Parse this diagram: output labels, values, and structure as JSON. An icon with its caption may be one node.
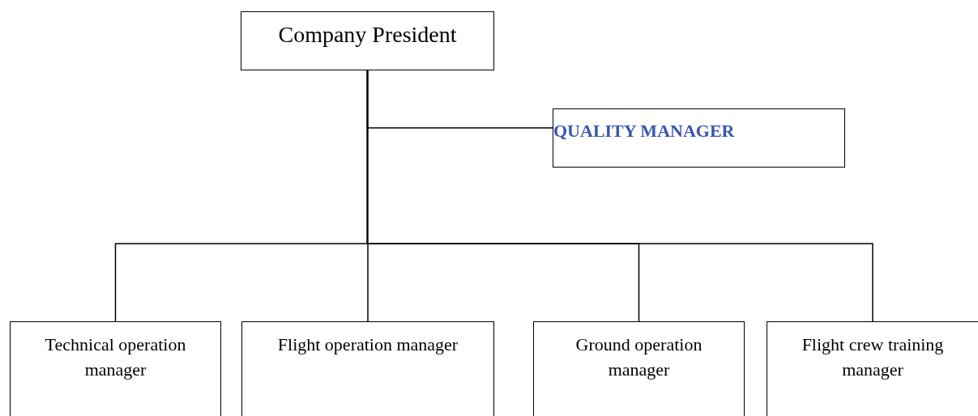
{
  "diagram": {
    "nodes": [
      {
        "text": [
          "Company President"
        ]
      },
      {
        "text": [
          "QUALITY MANAGER"
        ]
      },
      {
        "text": [
          "Technical operation manager"
        ]
      },
      {
        "text": [
          "Flight operation manager"
        ]
      },
      {
        "text": [
          "Ground operation manager"
        ]
      },
      {
        "text": [
          "Flight crew training manager"
        ]
      }
    ],
    "edges": [
      {
        "from": 0,
        "to": 1,
        "arrow": "none"
      },
      {
        "from": 0,
        "to": 2,
        "arrow": "none"
      },
      {
        "from": 0,
        "to": 3,
        "arrow": "none"
      },
      {
        "from": 0,
        "to": 4,
        "arrow": "none"
      },
      {
        "from": 0,
        "to": 5,
        "arrow": "none"
      }
    ]
  }
}
